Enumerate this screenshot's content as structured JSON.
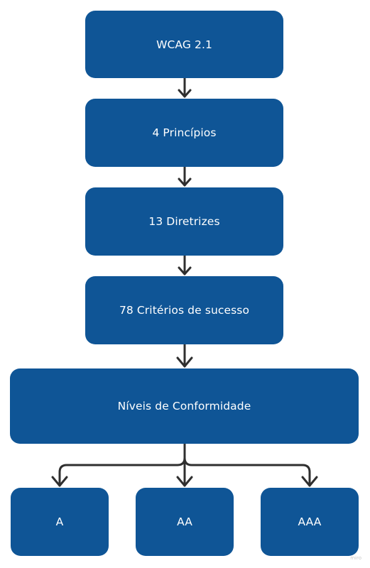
{
  "diagram": {
    "nodes": {
      "wcag": "WCAG 2.1",
      "principles": "4 Princípios",
      "guidelines": "13 Diretrizes",
      "criteria": "78 Critérios de sucesso",
      "conformance": "Níveis de Conformidade",
      "level_a": "A",
      "level_aa": "AA",
      "level_aaa": "AAA"
    },
    "edges": [
      [
        "wcag",
        "principles"
      ],
      [
        "principles",
        "guidelines"
      ],
      [
        "guidelines",
        "criteria"
      ],
      [
        "criteria",
        "conformance"
      ],
      [
        "conformance",
        "level_a"
      ],
      [
        "conformance",
        "level_aa"
      ],
      [
        "conformance",
        "level_aaa"
      ]
    ],
    "colors": {
      "node_fill": "#0f5596",
      "node_text": "#ffffff",
      "connector": "#2f2f2f"
    }
  },
  "watermark": "miro"
}
